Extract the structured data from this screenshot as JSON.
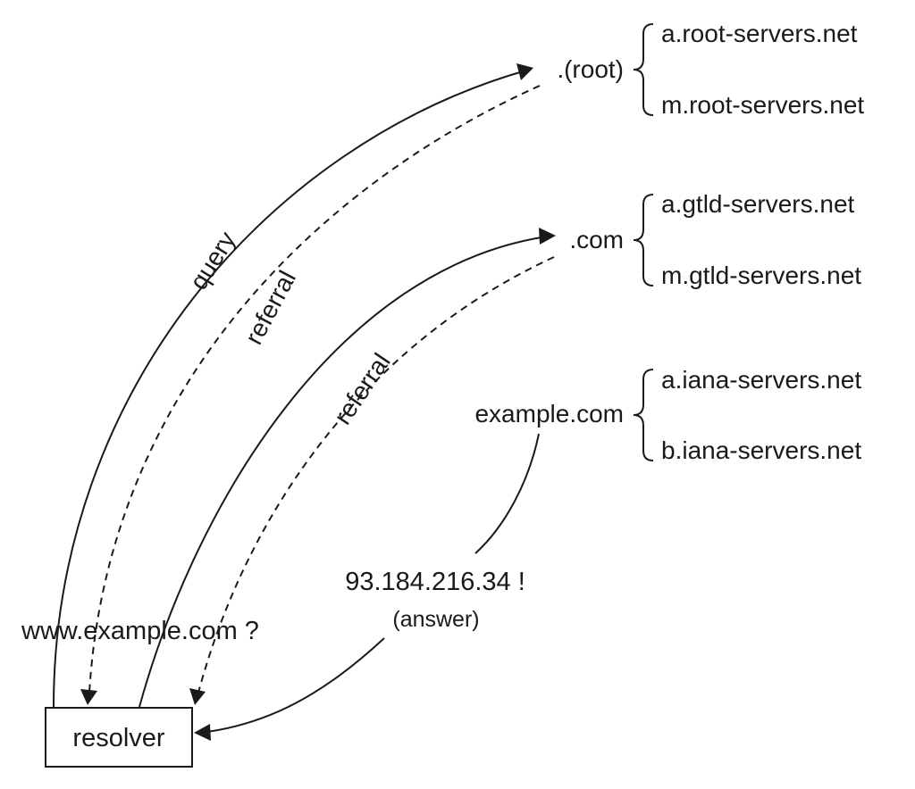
{
  "resolver": {
    "label": "resolver"
  },
  "question": "www.example.com ?",
  "answer": {
    "value": "93.184.216.34 !",
    "note": "(answer)"
  },
  "arrows": {
    "query": "query",
    "referral_root": "referral",
    "referral_com": "referral"
  },
  "zones": {
    "root": {
      "label": ".(root)",
      "servers": [
        "a.root-servers.net",
        "m.root-servers.net"
      ]
    },
    "com": {
      "label": ".com",
      "servers": [
        "a.gtld-servers.net",
        "m.gtld-servers.net"
      ]
    },
    "example": {
      "label": "example.com",
      "servers": [
        "a.iana-servers.net",
        "b.iana-servers.net"
      ]
    }
  },
  "colors": {
    "ink": "#1a1a1a",
    "background": "#ffffff"
  }
}
